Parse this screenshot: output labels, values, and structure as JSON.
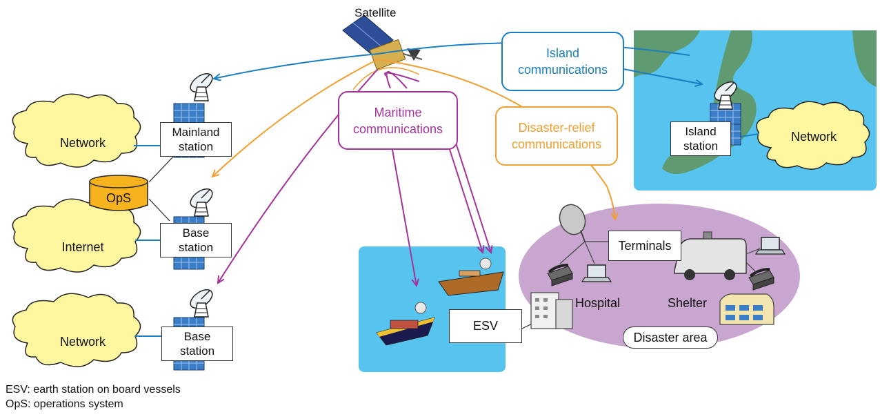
{
  "satellite": {
    "label": "Satellite"
  },
  "callouts": {
    "island": {
      "line1": "Island",
      "line2": "communications"
    },
    "maritime": {
      "line1": "Maritime",
      "line2": "communications"
    },
    "disaster": {
      "line1": "Disaster-relief",
      "line2": "communications"
    }
  },
  "left": {
    "clouds": [
      "Network",
      "Internet",
      "Network"
    ],
    "stations": [
      {
        "line1": "Mainland",
        "line2": "station"
      },
      {
        "line1": "Base",
        "line2": "station"
      },
      {
        "line1": "Base",
        "line2": "station"
      }
    ],
    "ops": "OpS"
  },
  "island_area": {
    "station": {
      "line1": "Island",
      "line2": "station"
    },
    "cloud": "Network"
  },
  "maritime_area": {
    "esv": "ESV"
  },
  "disaster_area": {
    "terminals": "Terminals",
    "hospital": "Hospital",
    "shelter": "Shelter",
    "area_label": "Disaster area"
  },
  "legend": [
    "ESV: earth station on board vessels",
    "OpS: operations system"
  ],
  "colors": {
    "island": "#1a7ec0",
    "maritime": "#a3329a",
    "disaster": "#f0a030",
    "sea": "#56c4ee",
    "land": "#5f9a70",
    "disaster_area": "#c9a6cf",
    "cloud": "#fff7a0",
    "ops": "#f7b31e"
  }
}
